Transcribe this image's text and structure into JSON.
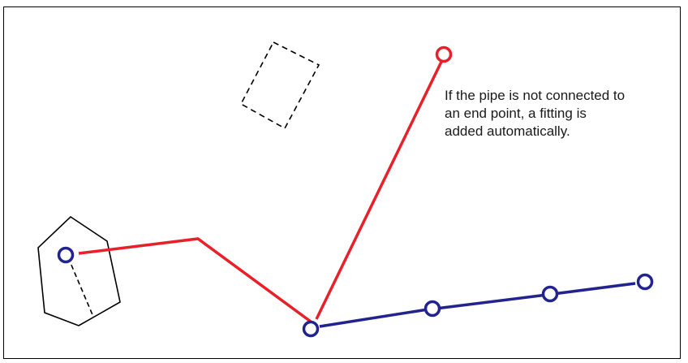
{
  "annotation": {
    "lines": [
      "If the pipe is not connected to",
      "an end point, a fitting is",
      "added automatically."
    ]
  },
  "colors": {
    "pipe_red": "#e8202a",
    "pipe_blue": "#23238f",
    "outline": "#000000",
    "background": "#ffffff"
  },
  "icons": {
    "node": "circle-outline",
    "structure": "hexagon-outline",
    "placeholder": "dashed-rectangle"
  }
}
